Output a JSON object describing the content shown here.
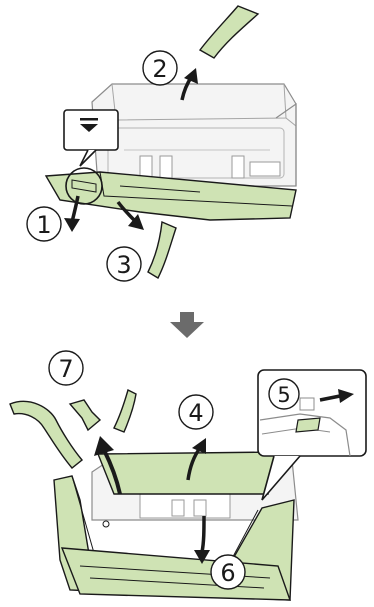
{
  "colors": {
    "paper_green": "#cfe3b4",
    "outline": "#1a1a1a",
    "scanner_gray": "#f1f1f1",
    "scanner_edge": "#9a9a9a",
    "transition_arrow": "#6b6b6b"
  },
  "steps": [
    {
      "label": "1"
    },
    {
      "label": "2"
    },
    {
      "label": "3"
    },
    {
      "label": "4"
    },
    {
      "label": "5"
    },
    {
      "label": "6"
    },
    {
      "label": "7"
    }
  ],
  "icons": {
    "callout_symbol": "eject-lever-icon",
    "transition": "down-arrow-icon",
    "direction": "pull-direction-arrow-icon"
  }
}
